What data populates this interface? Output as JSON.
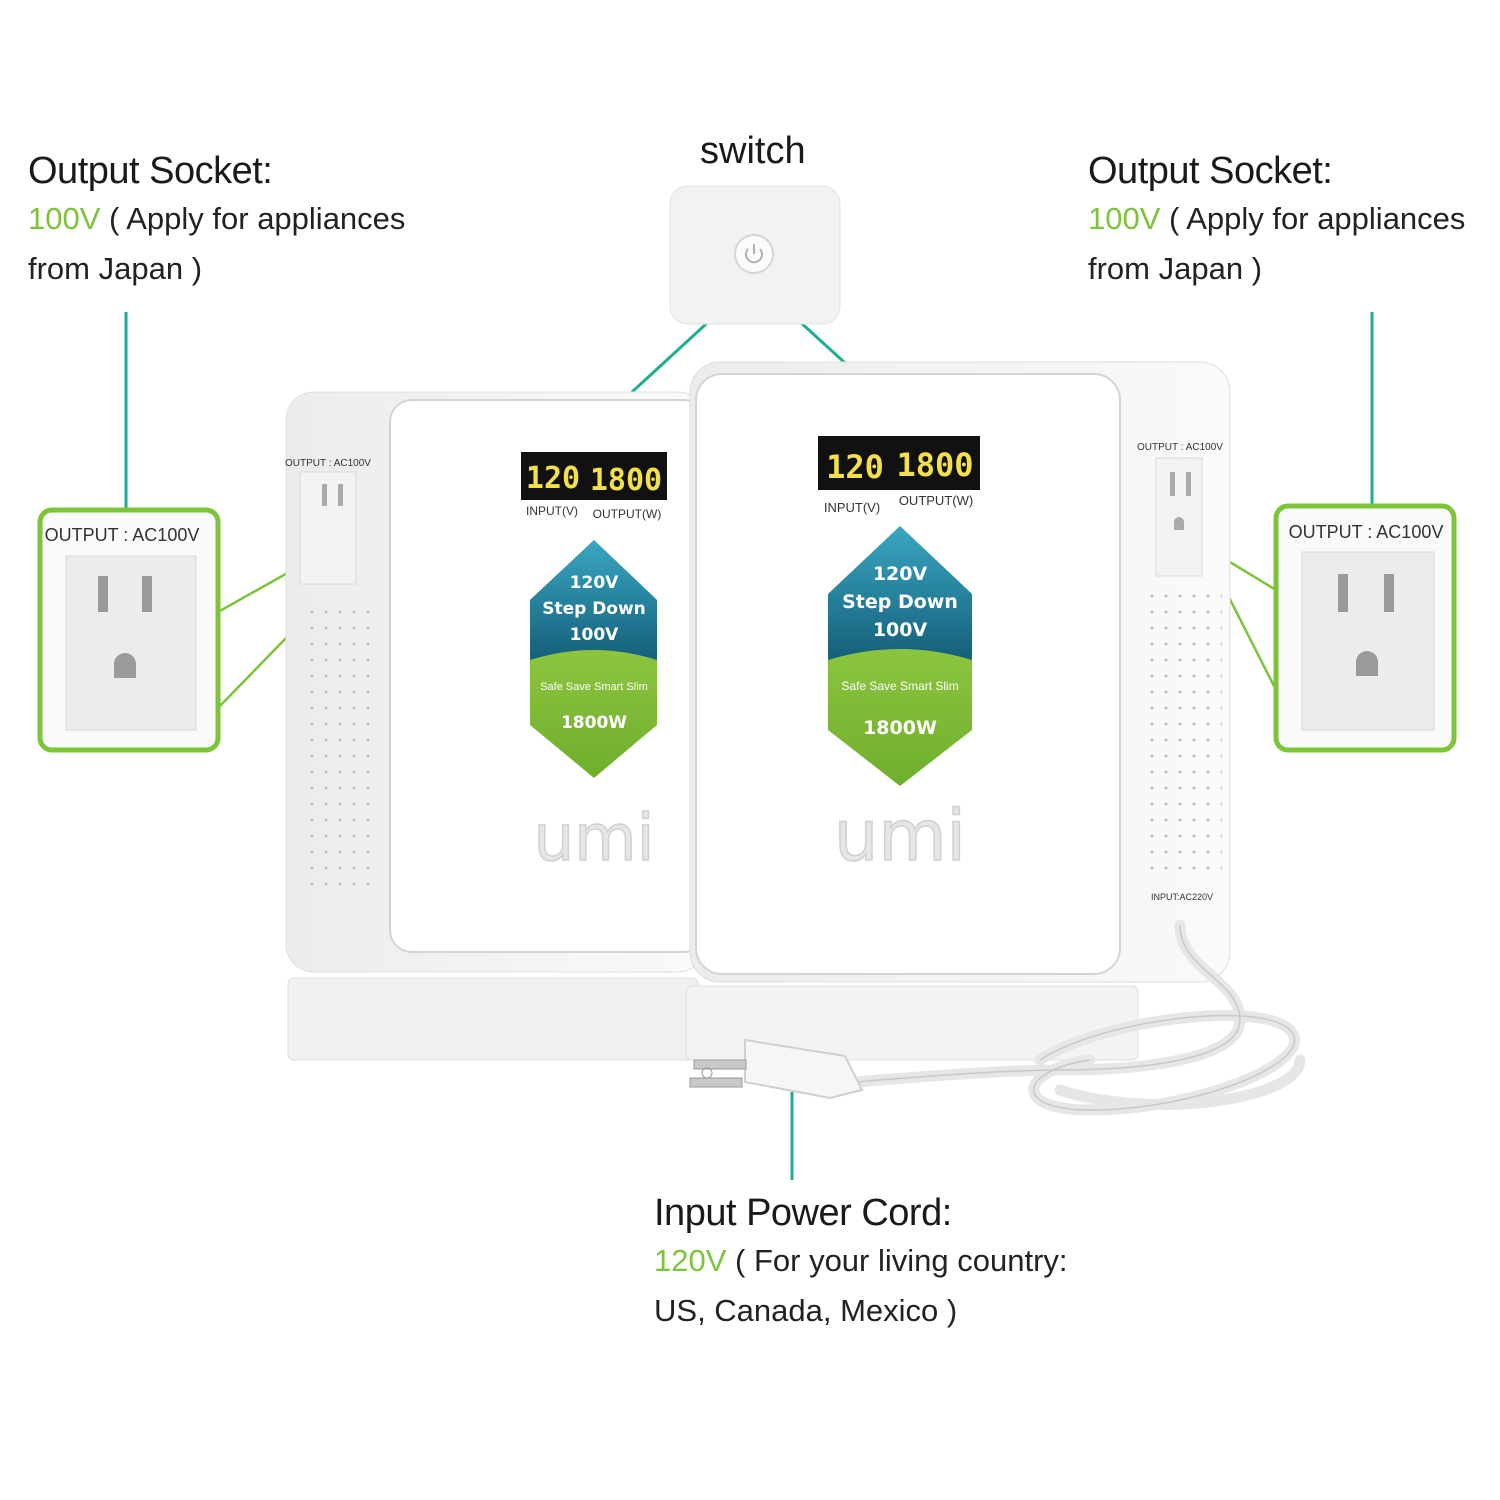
{
  "switch_label": "switch",
  "left_callout": {
    "title": "Output Socket:",
    "voltage": "100V",
    "line1_rest": " ( Apply for appliances",
    "line2": "from Japan )"
  },
  "right_callout": {
    "title": "Output Socket:",
    "voltage": "100V",
    "line1_rest": " ( Apply for appliances",
    "line2": "from Japan )"
  },
  "bottom_callout": {
    "title": "Input Power Cord:",
    "voltage": "120V",
    "line1_rest": " ( For your living country:",
    "line2": "US, Canada, Mexico )"
  },
  "device": {
    "input_value": "120",
    "output_value": "1800",
    "input_label": "INPUT(V)",
    "output_label": "OUTPUT(W)",
    "badge_line1": "120V",
    "badge_line2": "Step Down",
    "badge_line3": "100V",
    "badge_tagline": "Safe Save Smart Slim",
    "badge_watt": "1800W",
    "brand": "umi",
    "side_output_label": "OUTPUT : AC100V",
    "side_input_label": "INPUT:AC220V"
  },
  "socket_zoom_label": "OUTPUT : AC100V",
  "colors": {
    "accent_green": "#7cc43a",
    "leader_line": "#1fae8f",
    "led_bg": "#111111",
    "led_digits": "#f3e04a",
    "badge_teal": "#1f7f9a",
    "badge_green": "#8cc63f"
  }
}
